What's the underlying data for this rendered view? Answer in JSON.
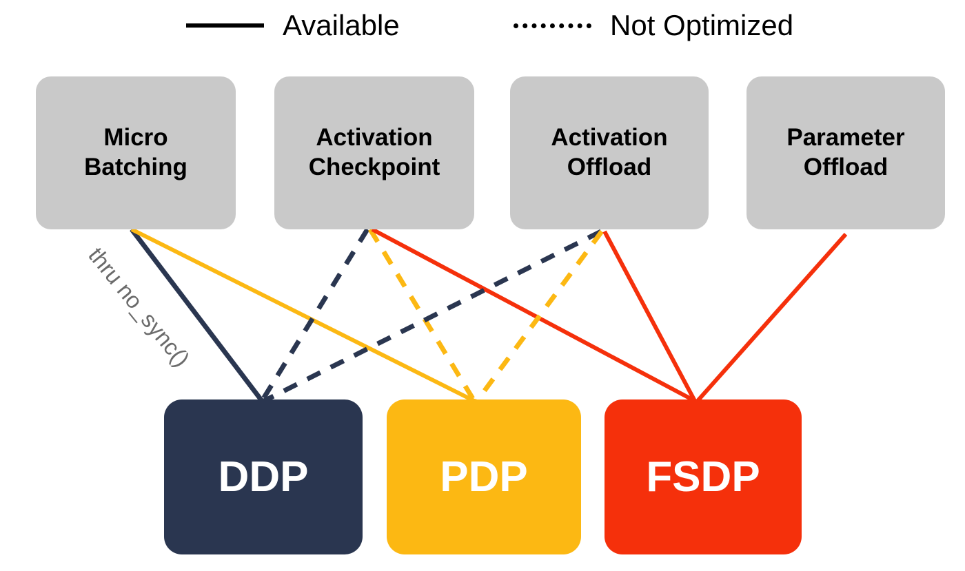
{
  "legend": {
    "items": [
      {
        "label": "Available",
        "style": "solid",
        "icon": "solid-line-icon"
      },
      {
        "label": "Not Optimized",
        "style": "dashed",
        "icon": "dashed-line-icon"
      }
    ]
  },
  "top_nodes": [
    {
      "id": "micro-batching",
      "line1": "Micro",
      "line2": "Batching",
      "color": "#c9c9c9"
    },
    {
      "id": "activation-checkpoint",
      "line1": "Activation",
      "line2": "Checkpoint",
      "color": "#c9c9c9"
    },
    {
      "id": "activation-offload",
      "line1": "Activation",
      "line2": "Offload",
      "color": "#c9c9c9"
    },
    {
      "id": "parameter-offload",
      "line1": "Parameter",
      "line2": "Offload",
      "color": "#c9c9c9"
    }
  ],
  "bottom_nodes": [
    {
      "id": "ddp",
      "label": "DDP",
      "color": "#2a3650"
    },
    {
      "id": "pdp",
      "label": "PDP",
      "color": "#FCB813"
    },
    {
      "id": "fsdp",
      "label": "FSDP",
      "color": "#F5300B"
    }
  ],
  "annotations": [
    {
      "id": "no-sync-note",
      "text": "thru no_sync()",
      "color": "#6b6b6b"
    }
  ],
  "edges": [
    {
      "from": "micro-batching",
      "to": "ddp",
      "style": "solid",
      "color": "#2a3650",
      "note": "thru no_sync()"
    },
    {
      "from": "micro-batching",
      "to": "pdp",
      "style": "solid",
      "color": "#FCB813"
    },
    {
      "from": "activation-checkpoint",
      "to": "ddp",
      "style": "dashed",
      "color": "#2a3650"
    },
    {
      "from": "activation-checkpoint",
      "to": "pdp",
      "style": "dashed",
      "color": "#FCB813"
    },
    {
      "from": "activation-checkpoint",
      "to": "fsdp",
      "style": "solid",
      "color": "#F5300B"
    },
    {
      "from": "activation-offload",
      "to": "ddp",
      "style": "dashed",
      "color": "#2a3650"
    },
    {
      "from": "activation-offload",
      "to": "pdp",
      "style": "dashed",
      "color": "#FCB813"
    },
    {
      "from": "activation-offload",
      "to": "fsdp",
      "style": "solid",
      "color": "#F5300B"
    },
    {
      "from": "parameter-offload",
      "to": "fsdp",
      "style": "solid",
      "color": "#F5300B"
    }
  ],
  "colors": {
    "gray_node": "#c9c9c9",
    "ddp_navy": "#2a3650",
    "pdp_amber": "#FCB813",
    "fsdp_red": "#F5300B",
    "note_gray": "#6b6b6b",
    "legend_black": "#000000",
    "background": "#ffffff"
  }
}
